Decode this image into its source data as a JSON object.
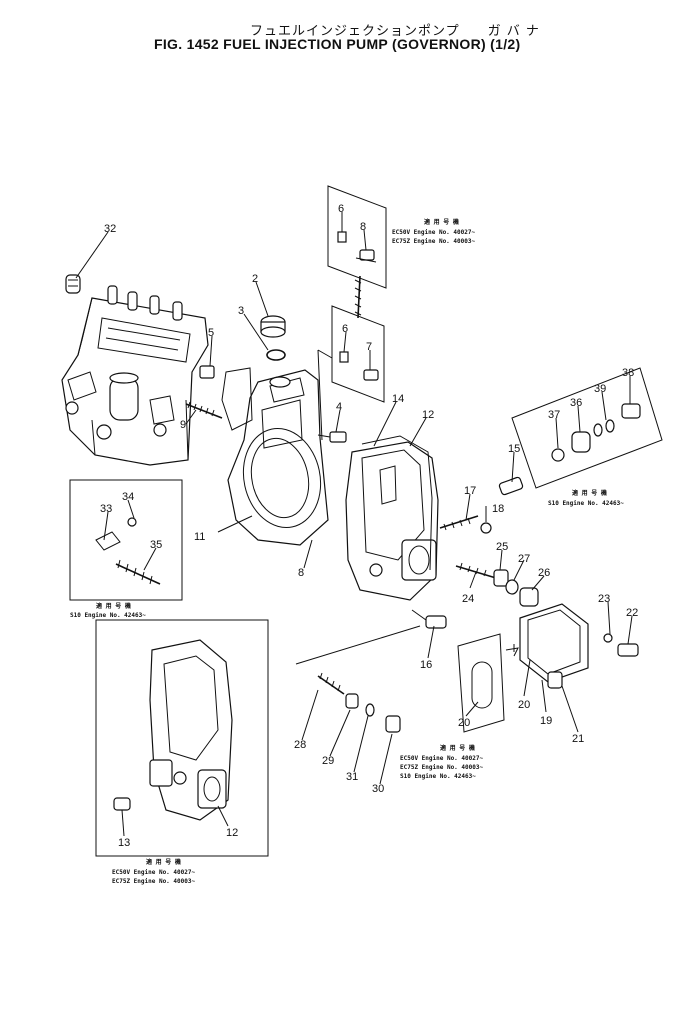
{
  "header": {
    "title_jp": "フュエルインジェクションポンプ　　ガ バ ナ",
    "title_en": "FIG. 1452  FUEL INJECTION PUMP (GOVERNOR) (1/2)"
  },
  "callouts": [
    "32",
    "2",
    "3",
    "5",
    "9",
    "6",
    "8",
    "6",
    "7",
    "4",
    "14",
    "12",
    "15",
    "17",
    "18",
    "38",
    "39",
    "36",
    "37",
    "34",
    "33",
    "35",
    "11",
    "8",
    "25",
    "27",
    "26",
    "24",
    "23",
    "22",
    "16",
    "28",
    "29",
    "31",
    "30",
    "20",
    "20",
    "19",
    "21",
    "13",
    "12"
  ],
  "notes": {
    "top_header": "適 用 号 機",
    "top_line1": "EC50V  Engine  No.  40027~",
    "top_line2": "EC75Z  Engine  No.  40003~",
    "right_header": "適 用 号 機",
    "right_line1": "S10  Engine  No.  42463~",
    "left_header": "適 用 号 機",
    "left_line1": "S10  Engine  No.  42463~",
    "mid_header": "適 用 号 機",
    "mid_line1": "EC50V  Engine  No.  40027~",
    "mid_line2": "EC75Z  Engine  No.  40003~",
    "mid_line3": "S10    Engine  No.  42463~",
    "bottom_header": "適 用 号 機",
    "bottom_line1": "EC50V  Engine  No.  40027~",
    "bottom_line2": "EC75Z  Engine  No.  40003~"
  }
}
